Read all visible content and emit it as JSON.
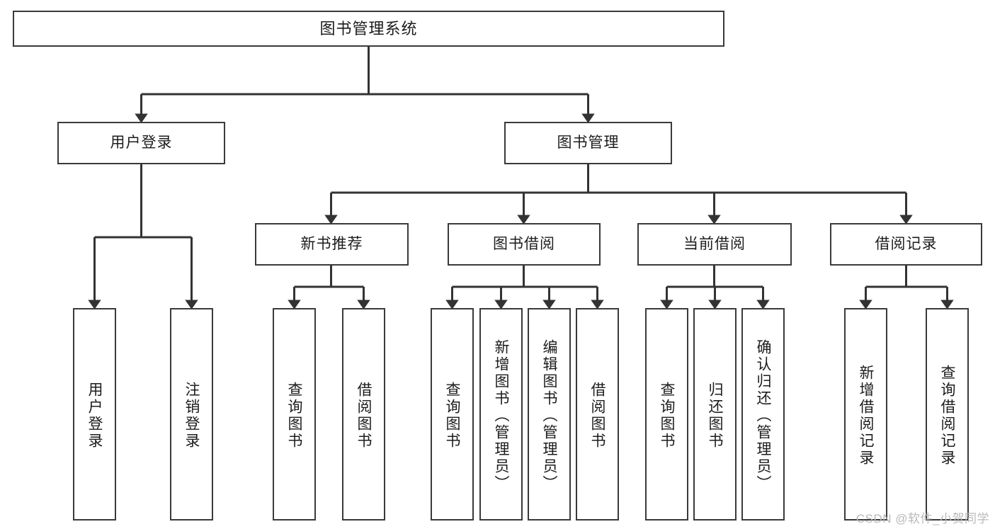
{
  "diagram": {
    "title": "图书管理系统",
    "watermark": "CSDN @软件_小贺同学",
    "colors": {
      "background": "#ffffff",
      "box_border": "#3a3a3a",
      "box_fill": "#ffffff",
      "text": "#1c1c1c",
      "connector": "#333333",
      "watermark": "#b9b9b9"
    },
    "nodes": {
      "root": {
        "label": "图书管理系统"
      },
      "level2": [
        {
          "label": "用户登录"
        },
        {
          "label": "图书管理"
        }
      ],
      "level3": [
        {
          "label": "新书推荐"
        },
        {
          "label": "图书借阅"
        },
        {
          "label": "当前借阅"
        },
        {
          "label": "借阅记录"
        }
      ],
      "leaves": {
        "user_login": [
          {
            "label": "用户登录"
          },
          {
            "label": "注销登录"
          }
        ],
        "new_book_recommend": [
          {
            "label": "查询图书"
          },
          {
            "label": "借阅图书"
          }
        ],
        "book_borrow": [
          {
            "label": "查询图书"
          },
          {
            "label": "新增图书（管理员）"
          },
          {
            "label": "编辑图书（管理员）"
          },
          {
            "label": "借阅图书"
          }
        ],
        "current_borrow": [
          {
            "label": "查询图书"
          },
          {
            "label": "归还图书"
          },
          {
            "label": "确认归还（管理员）"
          }
        ],
        "borrow_record": [
          {
            "label": "新增借阅记录"
          },
          {
            "label": "查询借阅记录"
          }
        ]
      }
    }
  }
}
